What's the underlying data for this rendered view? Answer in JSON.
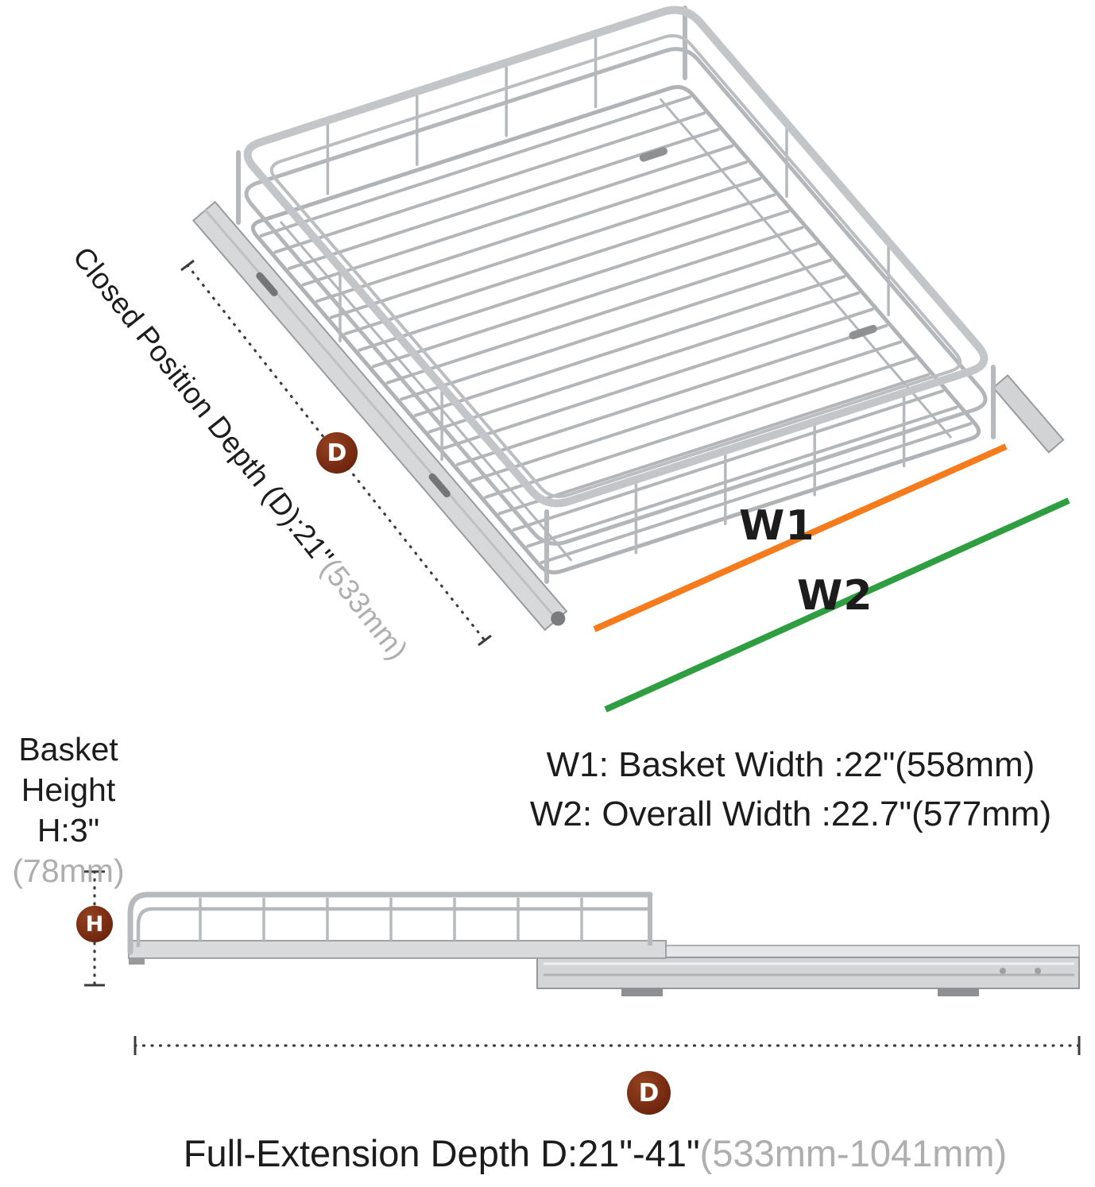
{
  "colors": {
    "orange": "#f57b1d",
    "green": "#2f9e41",
    "badge_brown": "#7a2c13",
    "gray_text": "#aeaeae",
    "ink": "#1c1c1c",
    "wire_silver": "#c0c3c5"
  },
  "labels": {
    "closed_depth_main": "Closed Position Depth (D):21\"",
    "closed_depth_metric": "(533mm)",
    "badge_d": "D",
    "badge_h": "H",
    "w1_short": "W1",
    "w2_short": "W2",
    "w1_desc": "W1: Basket Width :22\"(558mm)",
    "w2_desc": "W2: Overall Width :22.7\"(577mm)",
    "basket_height_l1": "Basket",
    "basket_height_l2": "Height",
    "basket_height_l3": "H:3\"",
    "basket_height_metric": "(78mm)",
    "full_ext_main": "Full-Extension Depth D:21\"-41\"",
    "full_ext_metric": "(533mm-1041mm)"
  }
}
